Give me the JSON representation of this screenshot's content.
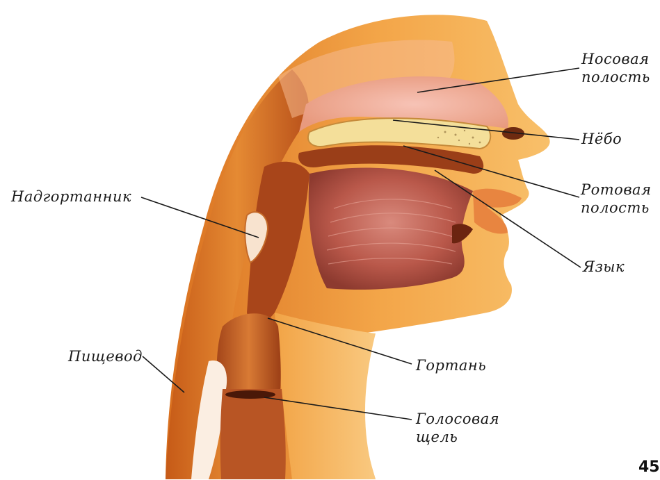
{
  "labels": {
    "nasal_cavity": "Носовая полость",
    "palate": "Нёбо",
    "oral_cavity": "Ротовая полость",
    "tongue": "Язык",
    "epiglottis": "Надгортанник",
    "esophagus": "Пищевод",
    "larynx": "Гортань",
    "glottis": "Голосовая щель"
  },
  "page_number": "45",
  "colors": {
    "skin_light": "#f8b560",
    "skin_mid": "#f19a3a",
    "skin_dark": "#c9601c",
    "tissue_dark": "#8e3a12",
    "cavity_pink": "#f6c1b0",
    "mouth_red": "#b5574a",
    "palate_cream": "#f4df9a",
    "leader_line": "#1a1a1a"
  }
}
